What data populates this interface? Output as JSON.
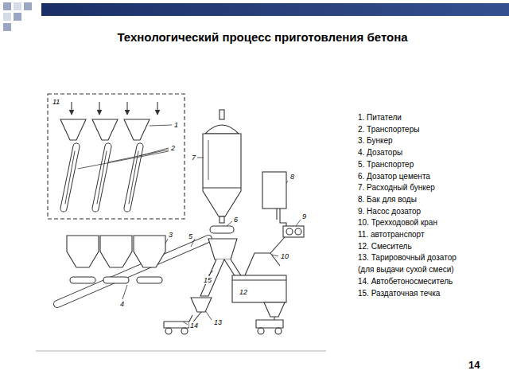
{
  "diagram": {
    "title": "Технологический процесс приготовления бетона",
    "labels": [
      "11",
      "1",
      "2",
      "3",
      "4",
      "5",
      "6",
      "7",
      "8",
      "9",
      "10",
      "15",
      "12",
      "13",
      "14",
      "1. Питатели",
      "2. Транспортеры",
      "3. Бункер",
      "4. Дозаторы",
      "5. Транспортер",
      "6. Дозатор цемента",
      "7. Расходный бункер",
      "8. Бак для воды",
      "9. Насос дозатор",
      "10. Трехходовой кран",
      "11. автотранспорт",
      "12. Смеситель",
      "13. Тарировочный дозатор (для выдачи сухой смеси)",
      "14. Автобетоносмеситель",
      "15. Раздаточная течка",
      "14"
    ]
  }
}
